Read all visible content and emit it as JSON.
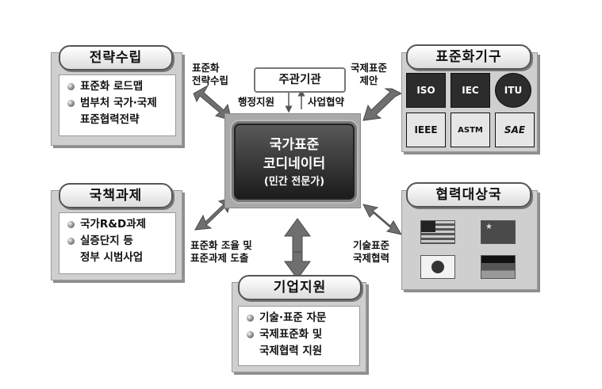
{
  "strategy": {
    "title": "전략수립",
    "items": [
      "표준화 로드맵",
      "범부처 국가·국제",
      "표준협력전략"
    ]
  },
  "national_projects": {
    "title": "국책과제",
    "items": [
      "국가R&D과제",
      "실증단지 등",
      "정부 시범사업"
    ]
  },
  "standards_bodies": {
    "title": "표준화기구",
    "logos": [
      "ISO",
      "IEC",
      "ITU",
      "IEEE",
      "ASTM",
      "SAE"
    ]
  },
  "partner_countries": {
    "title": "협력대상국",
    "flags": [
      "us-flag",
      "china-flag",
      "japan-flag",
      "germany-flag"
    ]
  },
  "business_support": {
    "title": "기업지원",
    "items": [
      "기술·표준 자문",
      "국제표준화 및",
      "국제협력 지원"
    ]
  },
  "top_org": {
    "label": "주관기관"
  },
  "center": {
    "line1": "국가표준",
    "line2": "코디네이터",
    "line3": "(민간 전문가)"
  },
  "arrow_labels": {
    "strategy": [
      "표준화",
      "전략수립"
    ],
    "admin": "행정지원",
    "business": "사업협약",
    "intl_proposal": [
      "국제표준",
      "제안"
    ],
    "projects": [
      "표준화 조율 및",
      "표준과제 도출"
    ],
    "tech": [
      "기술표준",
      "국제협력"
    ]
  }
}
